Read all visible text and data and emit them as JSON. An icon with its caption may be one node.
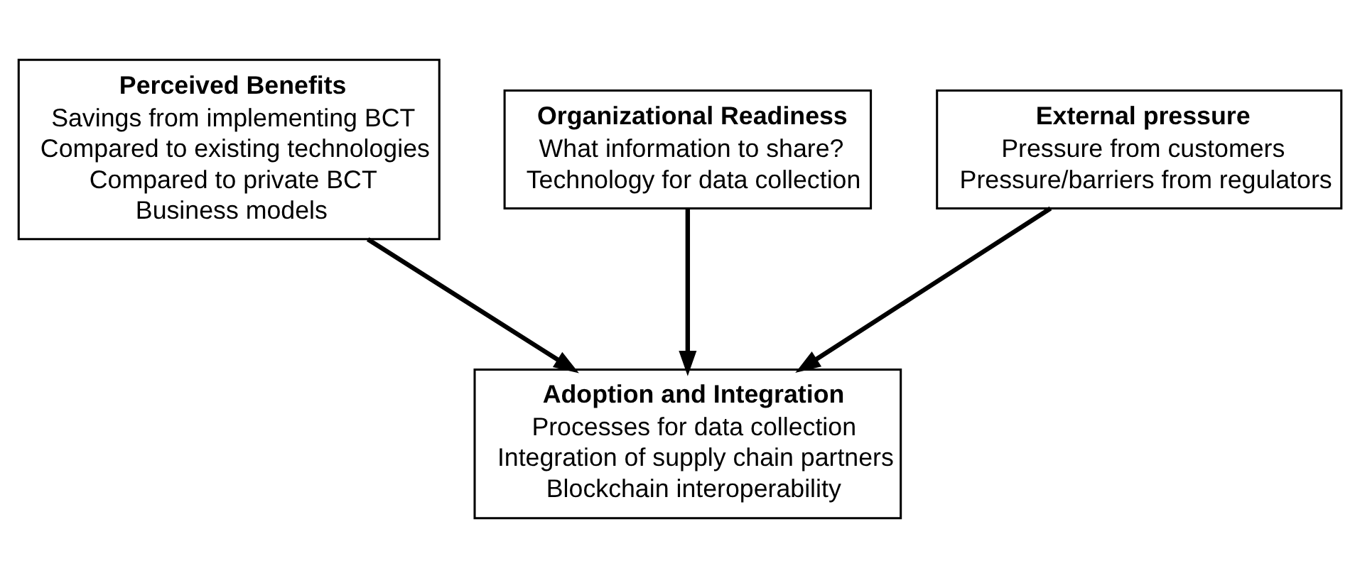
{
  "diagram": {
    "nodes": [
      {
        "text": [
          "Perceived Benefits",
          "Savings from implementing BCT",
          "Compared to existing technologies",
          "Compared to private BCT",
          "Business models"
        ]
      },
      {
        "text": [
          "Organizational Readiness",
          "What information to share?",
          "Technology for data collection"
        ]
      },
      {
        "text": [
          "External pressure",
          "Pressure from customers",
          "Pressure/barriers from regulators"
        ]
      },
      {
        "text": [
          "Adoption and Integration",
          "Processes for data collection",
          "Integration of supply chain partners",
          "Blockchain interoperability"
        ]
      }
    ],
    "edges": [
      {
        "from": 0,
        "to": 3,
        "arrow": "to"
      },
      {
        "from": 1,
        "to": 3,
        "arrow": "to"
      },
      {
        "from": 2,
        "to": 3,
        "arrow": "to"
      }
    ]
  }
}
